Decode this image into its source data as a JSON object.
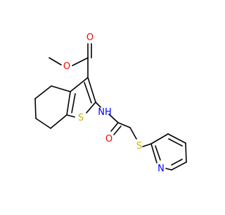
{
  "molecule": {
    "atom_labels": {
      "ester_o_methoxy": "O",
      "ester_o_carbonyl": "O",
      "amide_nh": "NH",
      "amide_o": "O",
      "thiophene_s": "S",
      "thioether_s": "S",
      "pyridine_n": "N"
    },
    "colors": {
      "bond": "#000000",
      "oxygen": "#ff0000",
      "nitrogen": "#0000ff",
      "sulfur": "#c8b400"
    }
  }
}
